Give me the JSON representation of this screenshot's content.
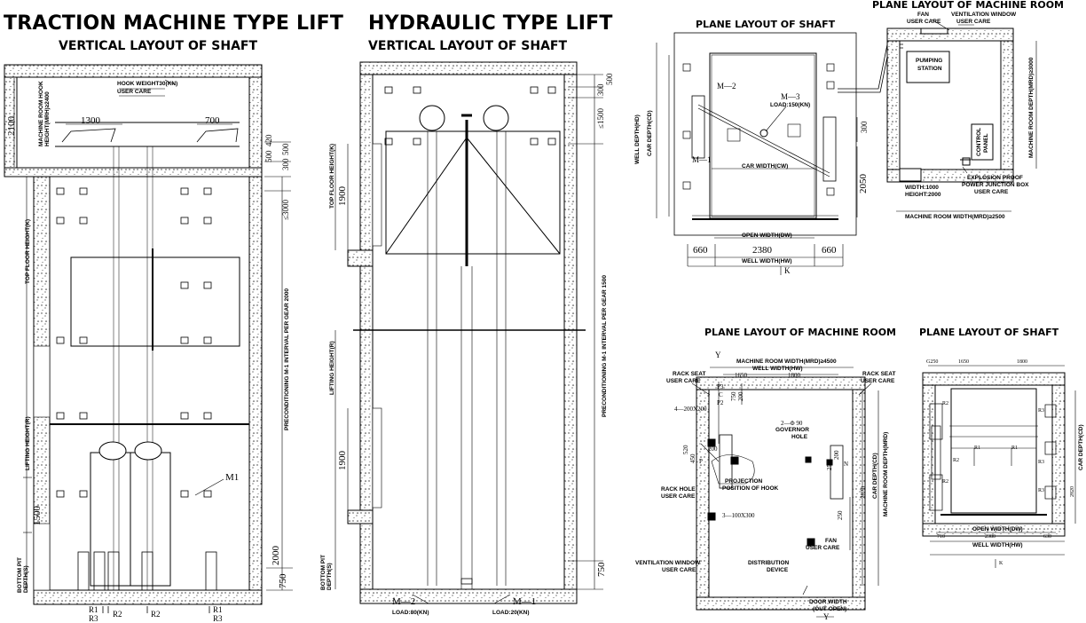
{
  "titles": {
    "traction": "TRACTION MACHINE TYPE LIFT",
    "traction_sub": "VERTICAL LAYOUT OF SHAFT",
    "hydraulic": "HYDRAULIC TYPE LIFT",
    "hydraulic_sub": "VERTICAL LAYOUT OF SHAFT",
    "plane_shaft_top": "PLANE LAYOUT OF SHAFT",
    "plane_machine_top": "PLANE LAYOUT OF MACHINE ROOM",
    "plane_machine_bottom": "PLANE LAYOUT OF MACHINE ROOM",
    "plane_shaft_bottom": "PLANE LAYOUT OF SHAFT"
  },
  "traction": {
    "hook_weight": "HOOK WEIGHT30(KN)",
    "user_care": "USER CARE",
    "machine_room_hook_height": "MACHINE ROOM HOOK HEIGHT(MRH)≥2400",
    "dim_2100": "2100",
    "dim_1300": "1300",
    "dim_700": "700",
    "dim_500": "500",
    "dim_420": "420",
    "dim_300": "300",
    "dim_500b": "500",
    "dim_3000": "≤3000",
    "dim_1500": "1500",
    "dim_2000": "2000",
    "dim_750": "750",
    "top_floor_height": "TOP FLOOR HEIGHT(K)",
    "lifting_height": "LIFTING HEIGHT(R)",
    "bottom_pit": "BOTTOM PIT DEPTH(S)",
    "preconditioning": "PRECONDITIONING M-1 INTERVAL PER GEAR 2000",
    "m1": "M1",
    "r1_left": "R1",
    "r3_left": "R3",
    "r2_left": "R2",
    "r2_right": "R2",
    "r1_right": "R1",
    "r3_right": "R3"
  },
  "hydraulic": {
    "dim_300": "300",
    "dim_500": "500",
    "dim_1500": "≤1500",
    "dim_1900a": "1900",
    "dim_1900b": "1900",
    "dim_750": "750",
    "top_floor_height": "TOP FLOOR HEIGHT(K)",
    "lifting_height": "LIFTING HEIGHT(R)",
    "bottom_pit": "BOTTOM PIT DEPTH(S)",
    "preconditioning": "PRECONDITIONING M-1 INTERVAL PER GEAR 1500",
    "m2": "M—2",
    "m1": "M—1",
    "load_m2": "LOAD:80(KN)",
    "load_m1": "LOAD:20(KN)"
  },
  "plane_shaft_top": {
    "m2": "M—2",
    "m3": "M—3",
    "m1": "M—1",
    "load": "LOAD:150(KN)",
    "well_depth": "WELL DEPTH(HD)",
    "car_depth": "CAR DEPTH(CD)",
    "car_width": "CAR WIDTH(CW)",
    "open_width": "OPEN WIDTH(DW)",
    "well_width": "WELL WIDTH(HW)",
    "dim_300": "300",
    "dim_2050": "2050",
    "dim_660a": "660",
    "dim_2380": "2380",
    "dim_660b": "660",
    "k": "K"
  },
  "plane_machine_top": {
    "fan": "FAN",
    "user_care": "USER CARE",
    "ventilation": "VENTILATION WINDOW",
    "user_care2": "USER CARE",
    "pumping": "PUMPING",
    "station": "STATION",
    "machine_room_depth": "MACHINE ROOM DEPTH(MRD)≥3000",
    "control": "CONTROL",
    "panel": "PANEL",
    "width_1000": "WIDTH:1000",
    "height_2000": "HEIGHT:2000",
    "explosion": "EXPLOSION PROOF",
    "junction": "POWER JUNCTION BOX",
    "user_care3": "USER CARE",
    "machine_room_width": "MACHINE ROOM WIDTH(MRD)≥2500"
  },
  "plane_machine_bottom": {
    "y_top": "Y",
    "y_bottom": "Y",
    "mrw": "MACHINE ROOM WIDTH(MRD)≥4500",
    "hw": "WELL WIDTH(HW)",
    "dim_1650": "1650",
    "dim_1800": "1800",
    "rack_seat_l": "RACK SEAT",
    "user_care_l": "USER CARE",
    "rack_seat_r": "RACK SEAT",
    "user_care_r": "USER CARE",
    "p3": "P3",
    "c": "C",
    "p2": "P2",
    "dim_750": "750",
    "dim_200": "200",
    "holes_4": "4—200X200",
    "holes_2": "2—Φ 90",
    "governor": "GOVERNOR",
    "hole": "HOLE",
    "dim_520": "520",
    "dim_200b": "200",
    "dim_450": "450",
    "p": "P",
    "n": "N",
    "dim_250": "250",
    "dim_200c": "200",
    "projection": "PROJECTION",
    "position_hook": "POSITION OF HOOK",
    "rack_hole": "RACK HOLE",
    "user_care_h": "USER CARE",
    "holes_3": "3—100X300",
    "car_depth": "CAR DEPTH(CD)",
    "mrd": "MACHINE ROOM DEPTH(MRD)",
    "dim_2820": "2820",
    "dim_250b": "250",
    "fan": "FAN",
    "user_care_f": "USER CARE",
    "ventilation": "VENTILATION WINDOW",
    "user_care_v": "USER CARE",
    "distribution": "DISTRIBUTION",
    "device": "DEVICE",
    "door_width": "DOOR WIDTH",
    "out_open": "(OUT OPEN)"
  },
  "plane_shaft_bottom": {
    "g250": "G250",
    "dim_1650": "1650",
    "dim_1800": "1800",
    "r3a": "R3",
    "r3b": "R3",
    "r3c": "R3",
    "r2": "R2",
    "r1": "R1",
    "r1b": "R1",
    "r2b": "R2",
    "r2c": "R2",
    "car_depth": "CAR DEPTH(CD)",
    "dim_2820": "2820",
    "open_width": "OPEN WIDTH(DW)",
    "dim_2380": "2380",
    "dim_710": "710",
    "dim_630": "630",
    "well_width": "WELL WIDTH(HW)",
    "k": "K"
  }
}
